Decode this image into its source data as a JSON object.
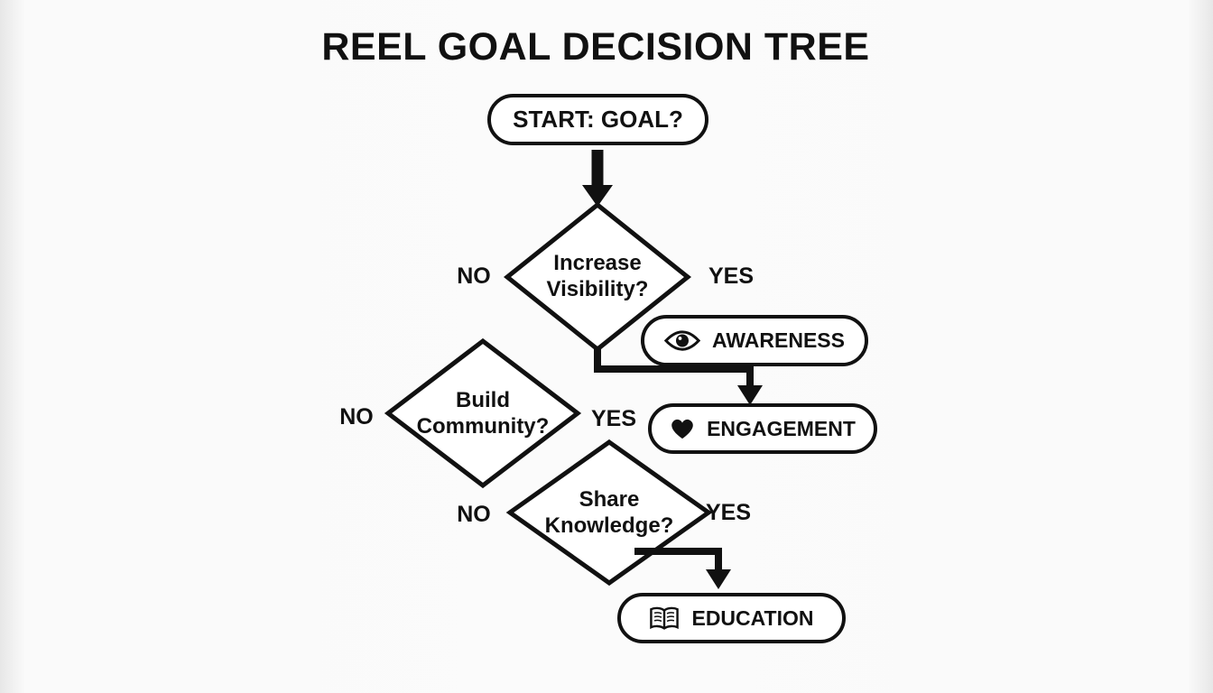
{
  "title": "REEL GOAL DECISION TREE",
  "start": {
    "label": "START: GOAL?"
  },
  "decisions": [
    {
      "line1": "Increase",
      "line2": "Visibility?",
      "no_label": "NO",
      "yes_label": "YES"
    },
    {
      "line1": "Build",
      "line2": "Community?",
      "no_label": "NO",
      "yes_label": "YES"
    },
    {
      "line1": "Share",
      "line2": "Knowledge?",
      "no_label": "NO",
      "yes_label": "YES"
    }
  ],
  "outcomes": [
    {
      "label": "AWARENESS",
      "icon": "eye-icon"
    },
    {
      "label": "ENGAGEMENT",
      "icon": "heart-icon"
    },
    {
      "label": "EDUCATION",
      "icon": "book-icon"
    }
  ],
  "colors": {
    "ink": "#111111",
    "node_fill": "#ffffff"
  }
}
